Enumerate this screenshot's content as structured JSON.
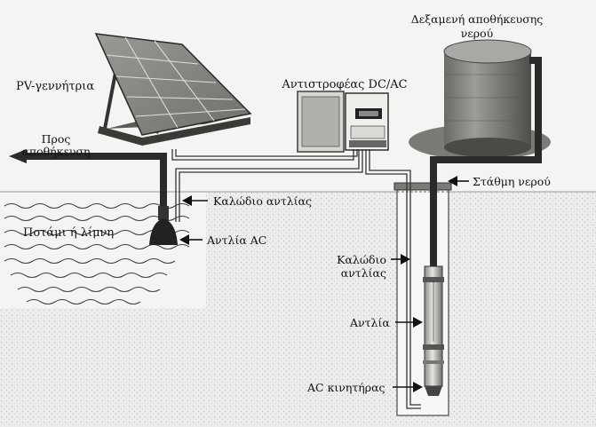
{
  "labels": {
    "pv_generator": "PV-γεννήτρια",
    "inverter": "Αντιστροφέας DC/AC",
    "tank_line1": "Δεξαμενή αποθήκευσης",
    "tank_line2": "νερού",
    "to_storage_line1": "Προς",
    "to_storage_line2": "αποθήκευση",
    "pump_cable_surface": "Καλώδιο αντλίας",
    "river_lake": "Ποτάμι ή λίμνη",
    "ac_pump": "Αντλία AC",
    "water_level": "Στάθμη νερού",
    "pump_cable_well_line1": "Καλώδιο",
    "pump_cable_well_line2": "αντλίας",
    "pump": "Αντλία",
    "ac_motor": "AC κινητήρας"
  }
}
